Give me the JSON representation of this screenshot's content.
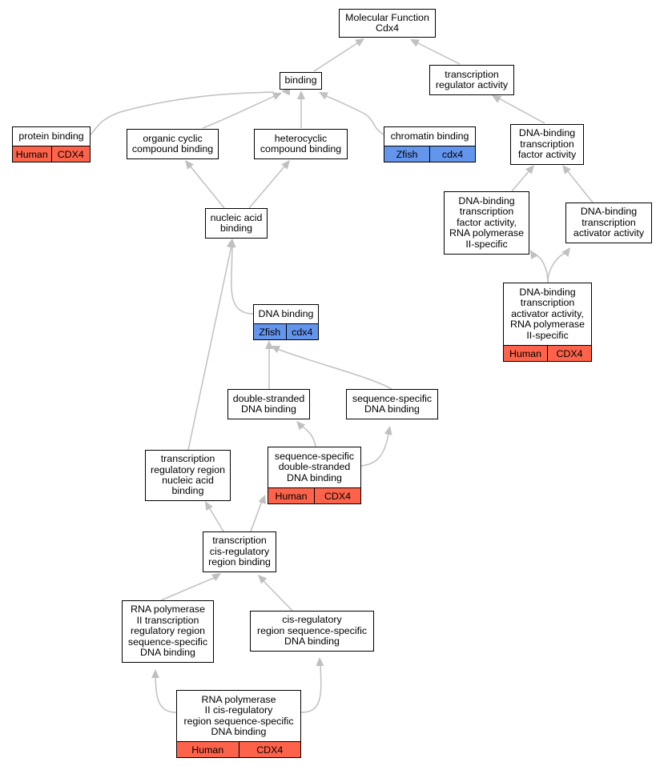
{
  "nodes": {
    "molecular_function": {
      "label": "Molecular Function\nCdx4"
    },
    "binding": {
      "label": "binding"
    },
    "transcription_regulator_activity": {
      "label": "transcription\nregulator activity"
    },
    "protein_binding": {
      "label": "protein binding",
      "annotation": [
        "Human",
        "CDX4"
      ]
    },
    "organic_cyclic_compound_binding": {
      "label": "organic cyclic\ncompound binding"
    },
    "heterocyclic_compound_binding": {
      "label": "heterocyclic\ncompound binding"
    },
    "chromatin_binding": {
      "label": "chromatin binding",
      "annotation": [
        "Zfish",
        "cdx4"
      ]
    },
    "dna_binding_tf_activity": {
      "label": "DNA-binding\ntranscription\nfactor activity"
    },
    "dna_binding_tf_activity_rnap2": {
      "label": "DNA-binding\ntranscription\nfactor activity,\nRNA polymerase\nII-specific"
    },
    "dna_binding_ta_activity": {
      "label": "DNA-binding\ntranscription\nactivator activity"
    },
    "nucleic_acid_binding": {
      "label": "nucleic acid\nbinding"
    },
    "dna_binding_ta_activity_rnap2": {
      "label": "DNA-binding\ntranscription\nactivator activity,\nRNA polymerase\nII-specific",
      "annotation": [
        "Human",
        "CDX4"
      ]
    },
    "dna_binding": {
      "label": "DNA binding",
      "annotation": [
        "Zfish",
        "cdx4"
      ]
    },
    "double_stranded_dna_binding": {
      "label": "double-stranded\nDNA binding"
    },
    "sequence_specific_dna_binding": {
      "label": "sequence-specific\nDNA binding"
    },
    "sequence_specific_ds_dna_binding": {
      "label": "sequence-specific\ndouble-stranded\nDNA binding",
      "annotation": [
        "Human",
        "CDX4"
      ]
    },
    "transcription_regulatory_region_na_binding": {
      "label": "transcription\nregulatory region\nnucleic acid\nbinding"
    },
    "transcription_cis_regulatory_region_binding": {
      "label": "transcription\ncis-regulatory\nregion binding"
    },
    "rnap2_transcription_regulatory_region_ss_dna_binding": {
      "label": "RNA polymerase\nII transcription\nregulatory region\nsequence-specific\nDNA binding"
    },
    "cis_regulatory_region_ss_dna_binding": {
      "label": "cis-regulatory\nregion sequence-specific\nDNA binding"
    },
    "rnap2_cis_regulatory_region_ss_dna_binding": {
      "label": "RNA polymerase\nII cis-regulatory\nregion sequence-specific\nDNA binding",
      "annotation": [
        "Human",
        "CDX4"
      ]
    }
  },
  "colors": {
    "human": "#fd634a",
    "zfish": "#6495ed",
    "edge": "#c0c0c0"
  }
}
